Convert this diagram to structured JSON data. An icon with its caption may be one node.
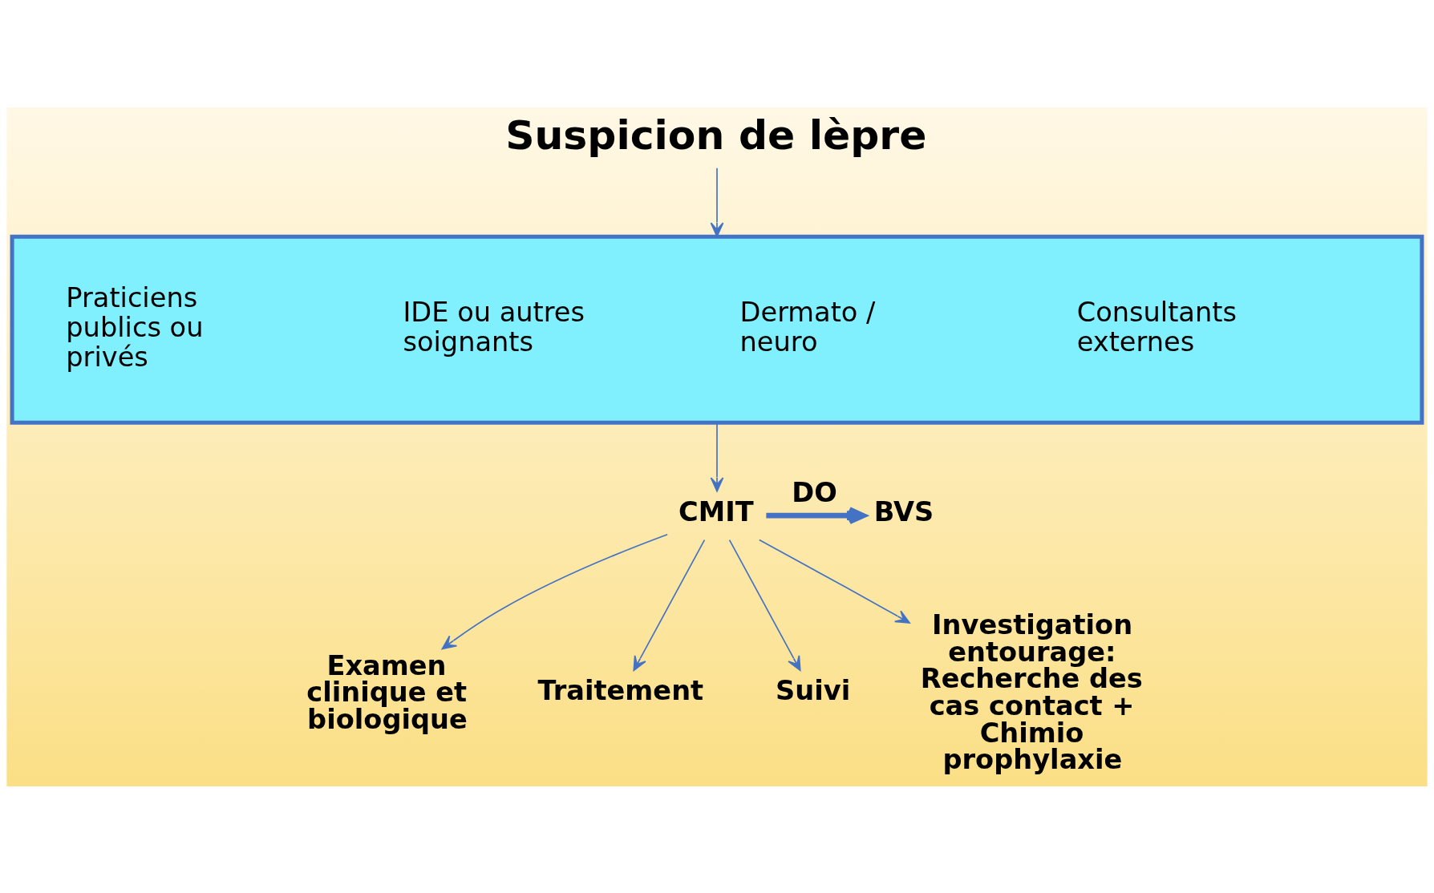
{
  "diagram": {
    "nodes": [
      {
        "text": [
          "Suspicion de lèpre"
        ]
      },
      {
        "text": [
          "Praticiens publics ou privés",
          "IDE ou autres soignants",
          "Dermato / neuro",
          "Consultants externes"
        ]
      },
      {
        "text": [
          "CMIT"
        ]
      },
      {
        "text": [
          "BVS"
        ]
      },
      {
        "text": [
          "Examen clinique et biologique"
        ]
      },
      {
        "text": [
          "Traitement"
        ]
      },
      {
        "text": [
          "Suivi"
        ]
      },
      {
        "text": [
          "Investigation entourage: Recherche des cas contact + Chimio prophylaxie"
        ]
      }
    ],
    "edges": [
      {
        "from": 0,
        "to": 1,
        "arrow": "to"
      },
      {
        "from": 1,
        "to": 2,
        "arrow": "to"
      },
      {
        "from": 2,
        "to": 3,
        "arrow": "to",
        "label": "DO",
        "style": "thick"
      },
      {
        "from": 2,
        "to": 4,
        "arrow": "to"
      },
      {
        "from": 2,
        "to": 5,
        "arrow": "to"
      },
      {
        "from": 2,
        "to": 6,
        "arrow": "to"
      },
      {
        "from": 2,
        "to": 7,
        "arrow": "to"
      }
    ]
  }
}
